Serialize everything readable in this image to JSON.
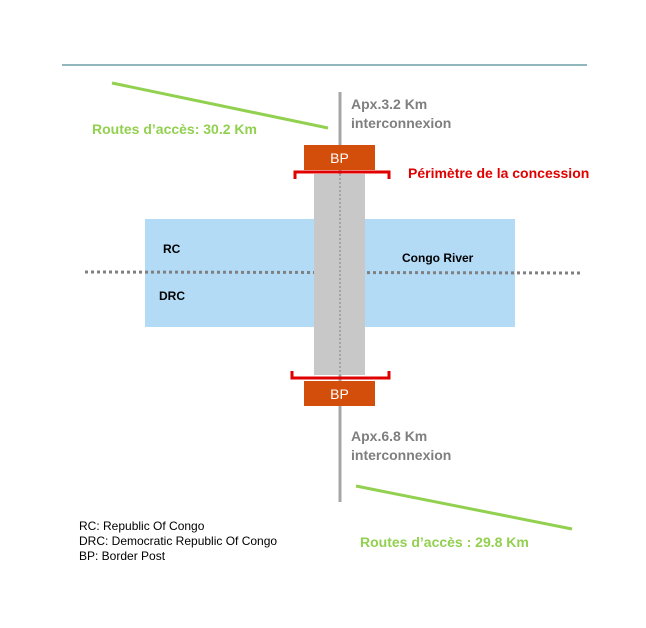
{
  "top_bridge": {
    "distance": "Apx.3.2 Km",
    "label": "interconnexion"
  },
  "bottom_bridge": {
    "distance": "Apx.6.8 Km",
    "label": "interconnexion"
  },
  "access_roads": {
    "top": "Routes d’accès: 30.2 Km",
    "bottom": "Routes d’accès : 29.8 Km"
  },
  "border_post": {
    "top": "BP",
    "bottom": "BP"
  },
  "concession": {
    "label": "Périmètre de la concession"
  },
  "river": {
    "name": "Congo River",
    "north_bank": "RC",
    "south_bank": "DRC"
  },
  "legend": [
    "RC: Republic Of Congo",
    "DRC: Democratic Republic Of Congo",
    "BP: Border Post"
  ],
  "colors": {
    "teal_rule": "#1f6f78",
    "green": "#92d050",
    "gray_text": "#7f7f7f",
    "axis": "#a6a6a6",
    "bridge": "#c8c8c8",
    "bp_fill": "#d24e0a",
    "red": "#e00000",
    "river": "#b3dbf6"
  }
}
